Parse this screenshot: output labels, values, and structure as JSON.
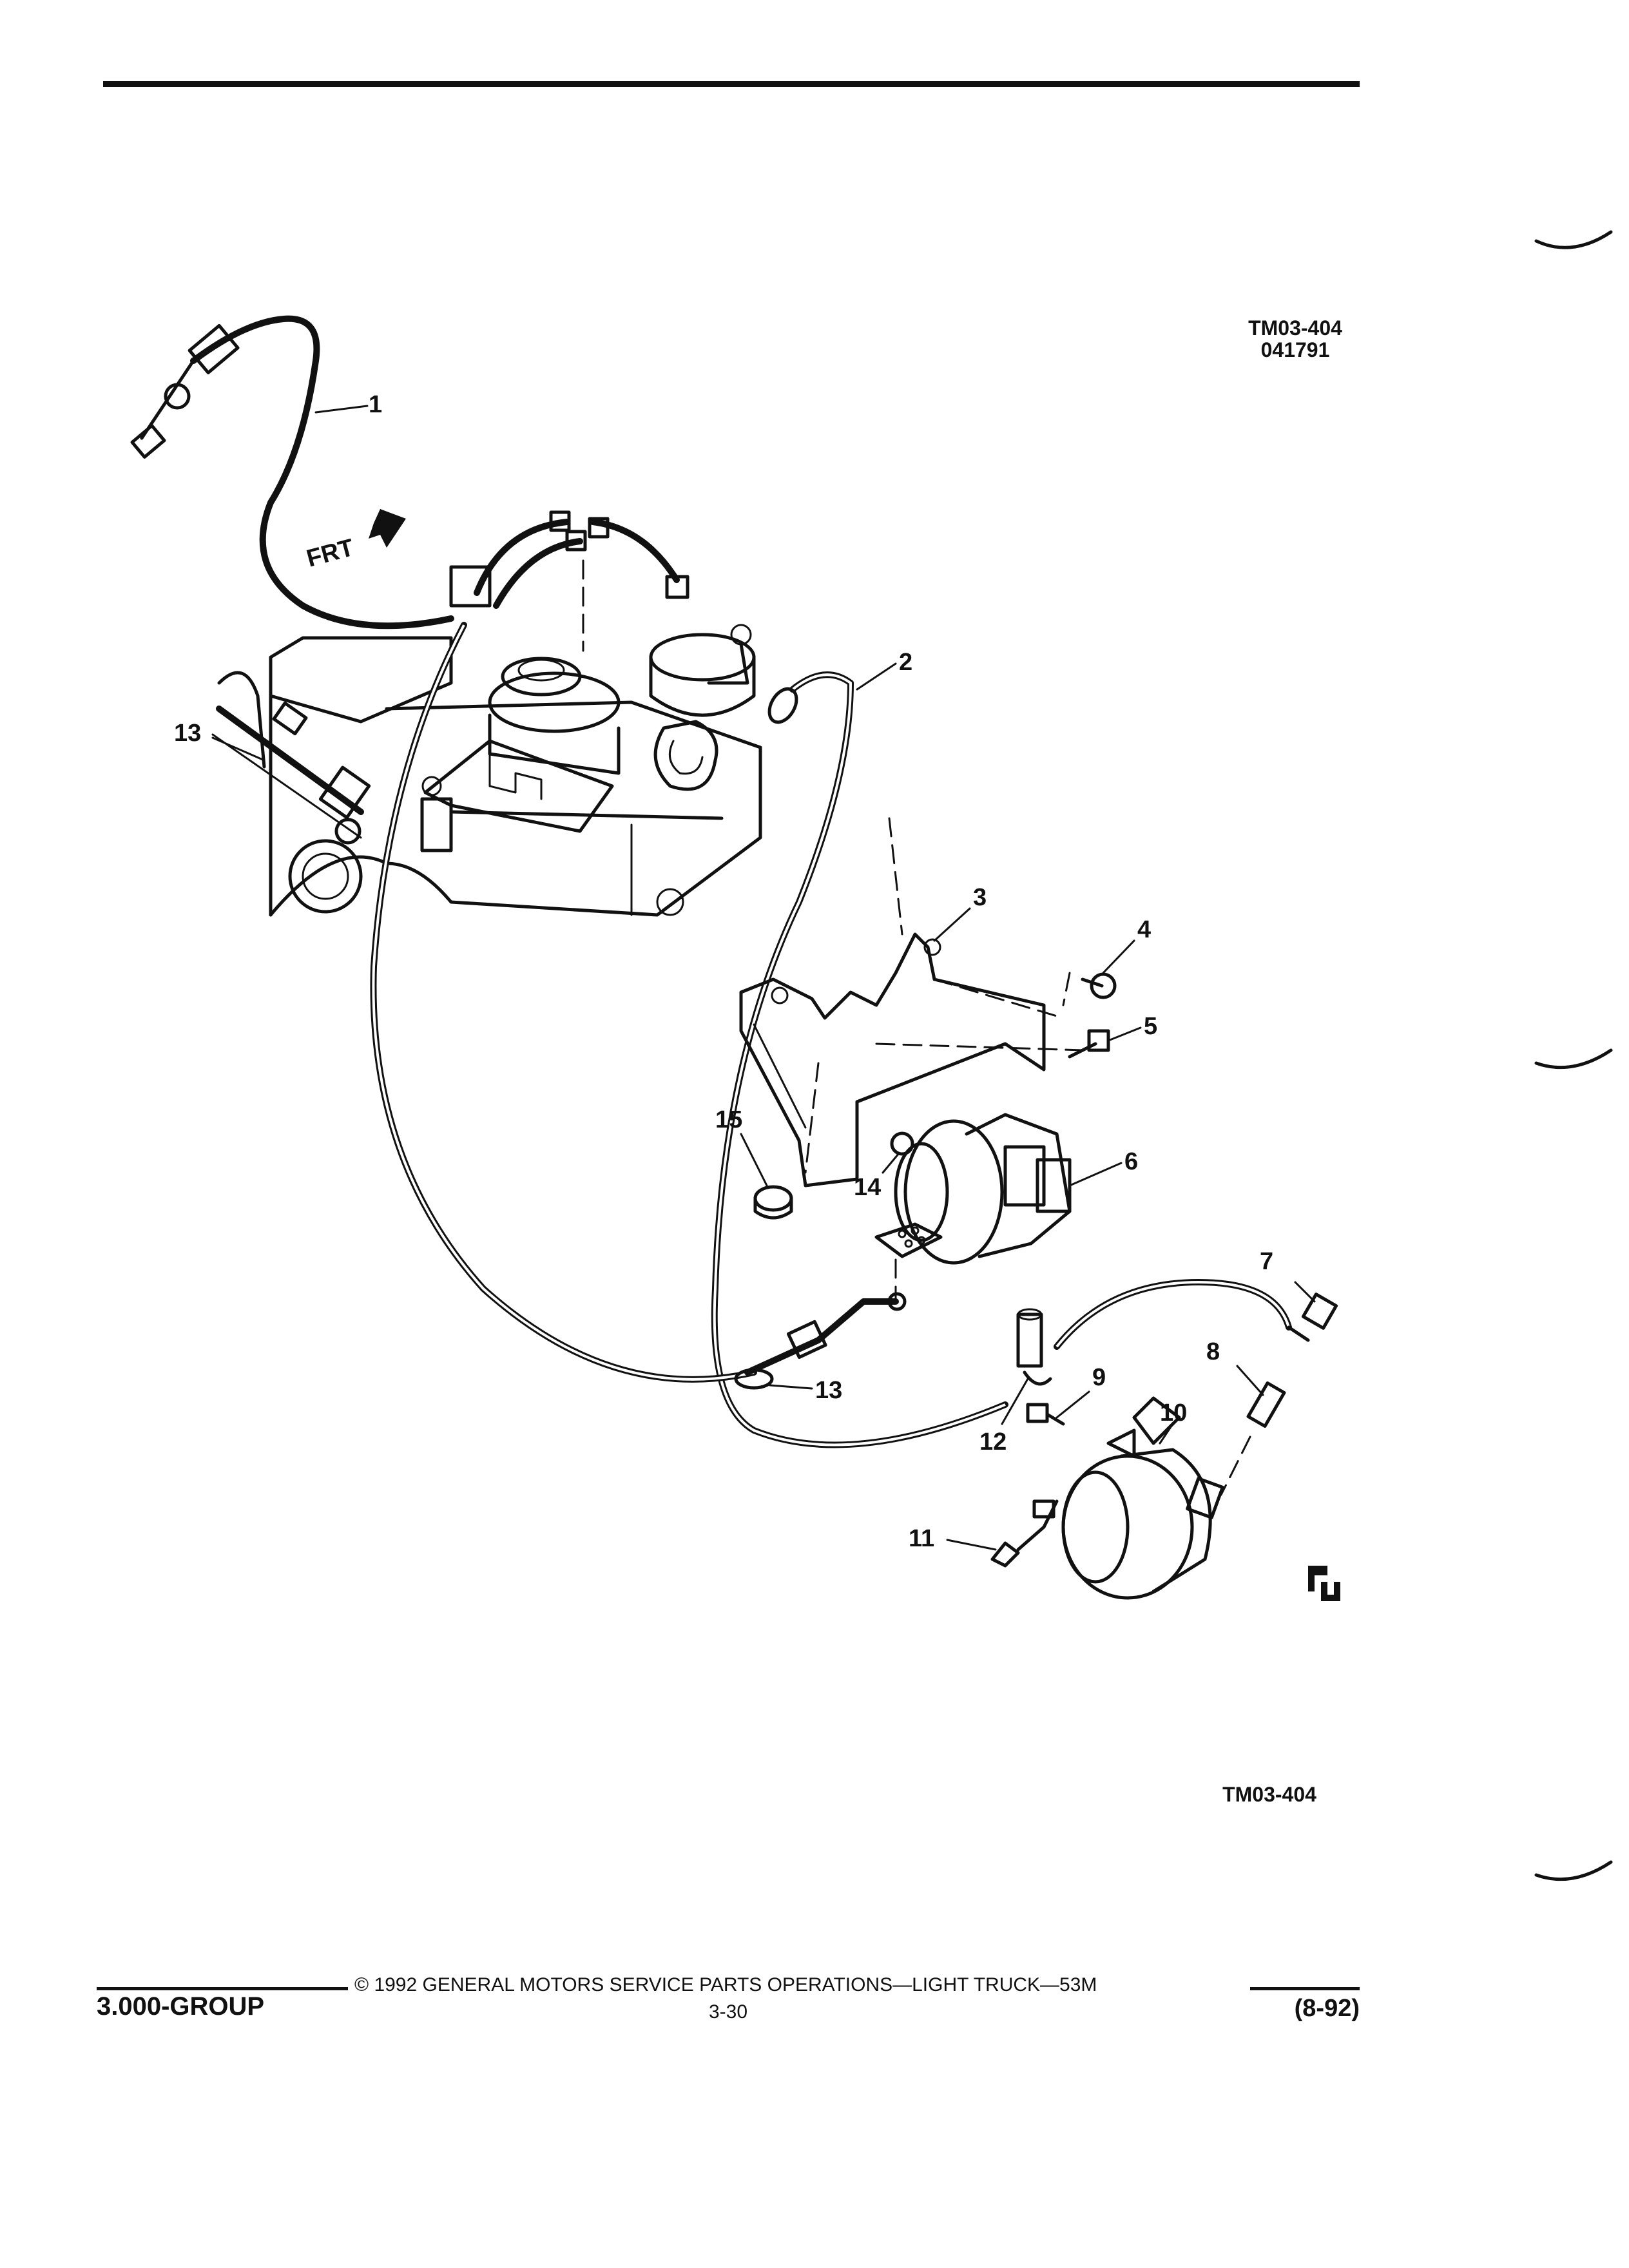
{
  "figure": {
    "id_top": "TM03-404",
    "date_code": "041791",
    "id_bottom": "TM03-404",
    "frt_label": "FRT",
    "corner_mark": "ꟻ"
  },
  "callouts": [
    {
      "num": "1",
      "label": "1"
    },
    {
      "num": "2",
      "label": "2"
    },
    {
      "num": "3",
      "label": "3"
    },
    {
      "num": "4",
      "label": "4"
    },
    {
      "num": "5",
      "label": "5"
    },
    {
      "num": "6",
      "label": "6"
    },
    {
      "num": "7",
      "label": "7"
    },
    {
      "num": "8",
      "label": "8"
    },
    {
      "num": "9",
      "label": "9"
    },
    {
      "num": "10",
      "label": "10"
    },
    {
      "num": "11",
      "label": "11"
    },
    {
      "num": "12",
      "label": "12"
    },
    {
      "num": "13a",
      "label": "13"
    },
    {
      "num": "13b",
      "label": "13"
    },
    {
      "num": "14",
      "label": "14"
    },
    {
      "num": "15",
      "label": "15"
    }
  ],
  "footer": {
    "copyright": "© 1992 GENERAL MOTORS SERVICE PARTS OPERATIONS—LIGHT TRUCK—53M",
    "group": "3.000-GROUP",
    "page": "3-30",
    "revision": "(8-92)"
  }
}
